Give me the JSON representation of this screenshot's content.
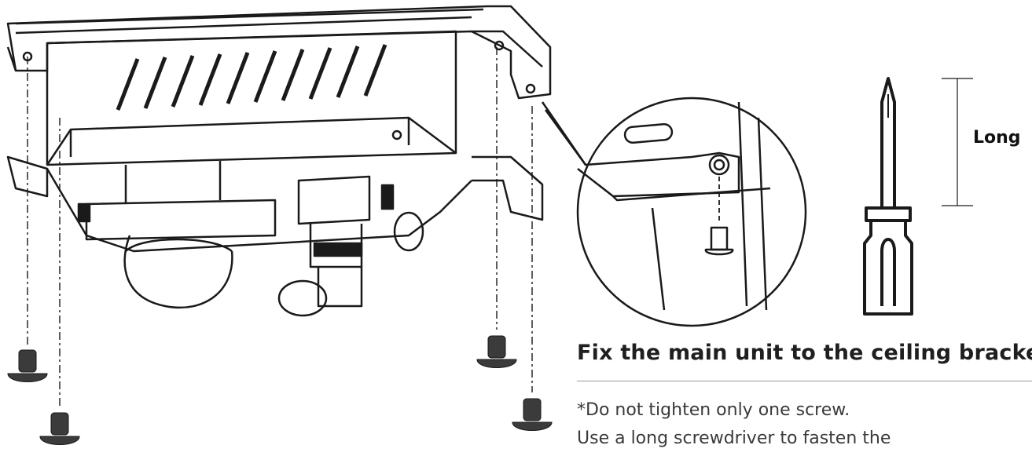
{
  "labels": {
    "length": "Long"
  },
  "instruction": {
    "heading": "Fix the main unit to the ceiling bracke",
    "note_line1": "*Do not tighten only one screw.",
    "note_line2": "Use a long screwdriver to fasten the"
  },
  "colors": {
    "line": "#1a1a1a",
    "screw": "#3b3b3b",
    "rule": "#9a9a9a"
  },
  "icons": [
    "camera-unit-illustration",
    "screw-icon",
    "detail-magnifier",
    "screwdriver-icon"
  ]
}
